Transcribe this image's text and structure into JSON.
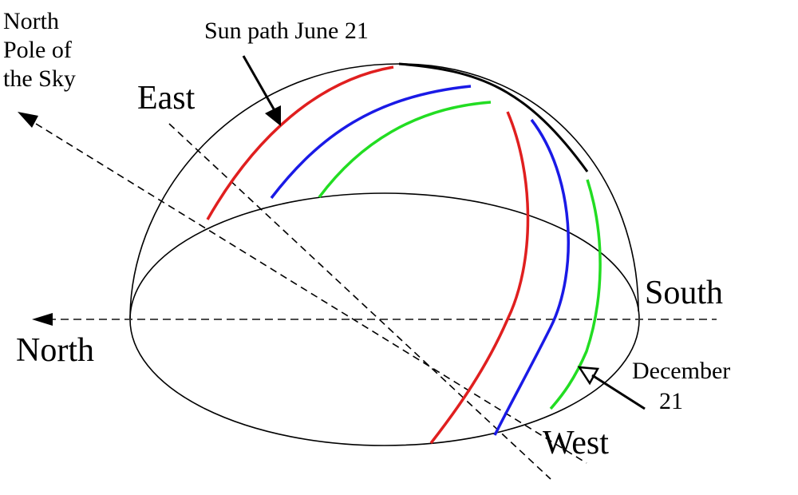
{
  "labels": {
    "pole_line1": "North",
    "pole_line2": "Pole of",
    "pole_line3": "the Sky",
    "sun_path_june": "Sun path  June 21",
    "east": "East",
    "south": "South",
    "north": "North",
    "west": "West",
    "december_line1": "December",
    "december_line2": "21"
  },
  "colors": {
    "june": "#e01f1f",
    "equinox": "#1a1ae6",
    "december": "#22dd22",
    "outline": "#000000"
  }
}
